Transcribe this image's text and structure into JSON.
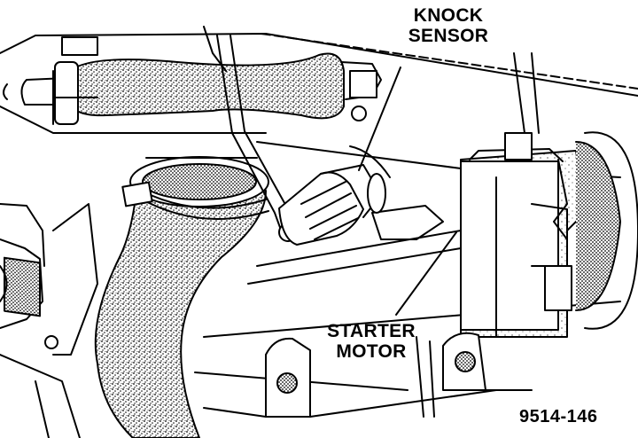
{
  "labels": {
    "knock_sensor": [
      "KNOCK",
      "SENSOR"
    ],
    "starter_motor": [
      "STARTER",
      "MOTOR"
    ]
  },
  "figure_number": "9514-146"
}
